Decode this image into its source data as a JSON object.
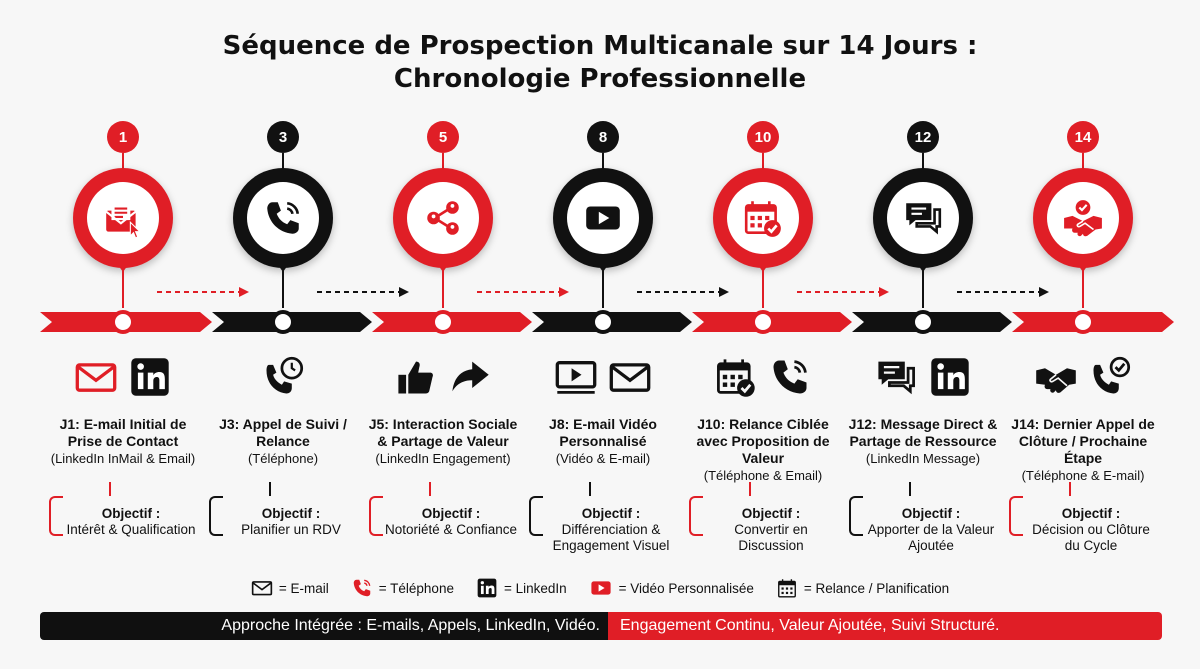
{
  "title": {
    "line1": "Séquence de Prospection Multicanale sur 14 Jours :",
    "line2": "Chronologie Professionnelle"
  },
  "colors": {
    "red": "#e01e26",
    "black": "#111111",
    "grey": "#f7f7f7"
  },
  "steps": [
    {
      "num": "1",
      "color": "red",
      "pin_icon": "email-cursor-icon",
      "icons": [
        "email-icon",
        "linkedin-icon"
      ],
      "title": "J1: E-mail Initial de Prise de Contact",
      "channel": "(LinkedIn InMail & Email)",
      "obj_label": "Objectif :",
      "obj_text": "Intérêt & Qualification"
    },
    {
      "num": "3",
      "color": "black",
      "pin_icon": "phone-icon",
      "icons": [
        "phone-clock-icon"
      ],
      "title": "J3: Appel de Suivi / Relance",
      "channel": "(Téléphone)",
      "obj_label": "Objectif :",
      "obj_text": "Planifier un RDV"
    },
    {
      "num": "5",
      "color": "red",
      "pin_icon": "share-network-icon",
      "icons": [
        "thumbs-up-icon",
        "share-arrow-icon"
      ],
      "title": "J5: Interaction Sociale & Partage de Valeur",
      "channel": "(LinkedIn Engagement)",
      "obj_label": "Objectif :",
      "obj_text": "Notoriété & Confiance"
    },
    {
      "num": "8",
      "color": "black",
      "pin_icon": "video-play-icon",
      "icons": [
        "video-icon",
        "email-icon"
      ],
      "title": "J8: E-mail Vidéo Personnalisé",
      "channel": "(Vidéo & E-mail)",
      "obj_label": "Objectif :",
      "obj_text": "Différenciation & Engagement Visuel"
    },
    {
      "num": "10",
      "color": "red",
      "pin_icon": "calendar-check-icon",
      "icons": [
        "calendar-check-icon",
        "phone-icon"
      ],
      "title": "J10: Relance Ciblée avec Proposition de Valeur",
      "channel": "(Téléphone & Email)",
      "obj_label": "Objectif :",
      "obj_text": "Convertir en Discussion"
    },
    {
      "num": "12",
      "color": "black",
      "pin_icon": "chat-bubbles-icon",
      "icons": [
        "chat-bubbles-icon",
        "linkedin-icon"
      ],
      "title": "J12: Message Direct & Partage de Ressource",
      "channel": "(LinkedIn Message)",
      "obj_label": "Objectif :",
      "obj_text": "Apporter de la Valeur Ajoutée"
    },
    {
      "num": "14",
      "color": "red",
      "pin_icon": "handshake-check-icon",
      "icons": [
        "handshake-icon",
        "phone-check-icon"
      ],
      "title": "J14: Dernier Appel de Clôture / Prochaine Étape",
      "channel": "(Téléphone & E-mail)",
      "obj_label": "Objectif :",
      "obj_text": "Décision ou Clôture du Cycle"
    }
  ],
  "legend": [
    {
      "icon": "email-icon",
      "label": "= E-mail"
    },
    {
      "icon": "phone-icon",
      "label": "= Téléphone"
    },
    {
      "icon": "linkedin-icon",
      "label": "= LinkedIn"
    },
    {
      "icon": "video-icon",
      "label": "= Vidéo Personnalisée"
    },
    {
      "icon": "calendar-icon",
      "label": "= Relance / Planification"
    }
  ],
  "banner": {
    "left": "Approche Intégrée : E-mails, Appels, LinkedIn, Vidéo.",
    "right": "Engagement Continu, Valeur Ajoutée, Suivi Structuré."
  }
}
